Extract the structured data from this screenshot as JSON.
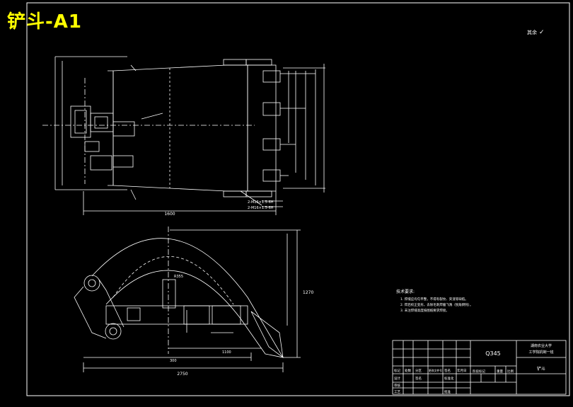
{
  "sheet": {
    "title": "铲斗-A1",
    "roughness_note": "其余",
    "roughness_value": "✓",
    "tech_req_title": "技术要求:",
    "tech_req": [
      "1. 焊缝应均匀平整，不得有裂纹、夹渣等缺陷。",
      "2. 焊后校正变形，去除毛刺焊瘤飞溅（锐角倒钝）。",
      "3. 未注焊缝高度按图纸要求焊接。"
    ],
    "title_block": {
      "material": "Q345",
      "school": "湖南农业大学",
      "college": "工学院机制一班",
      "drawing_name": "铲斗",
      "labels": [
        "标记",
        "处数",
        "分区",
        "更改文件号",
        "签名",
        "年月日"
      ],
      "row2": [
        "设计",
        "签名",
        "标准化"
      ],
      "stage_labels": [
        "阶段标记",
        "重量",
        "比例"
      ],
      "bottom": [
        "审核",
        "工艺",
        "批准"
      ]
    },
    "dimensions": {
      "top_width": "1600",
      "side_width": "2750",
      "height": "1270",
      "left_dim": "300",
      "mid_dim": "1100",
      "r_dim": "R355"
    },
    "weld_notes": [
      "2-M16×1.5-6H",
      "2-M16×1.5-6H"
    ]
  }
}
